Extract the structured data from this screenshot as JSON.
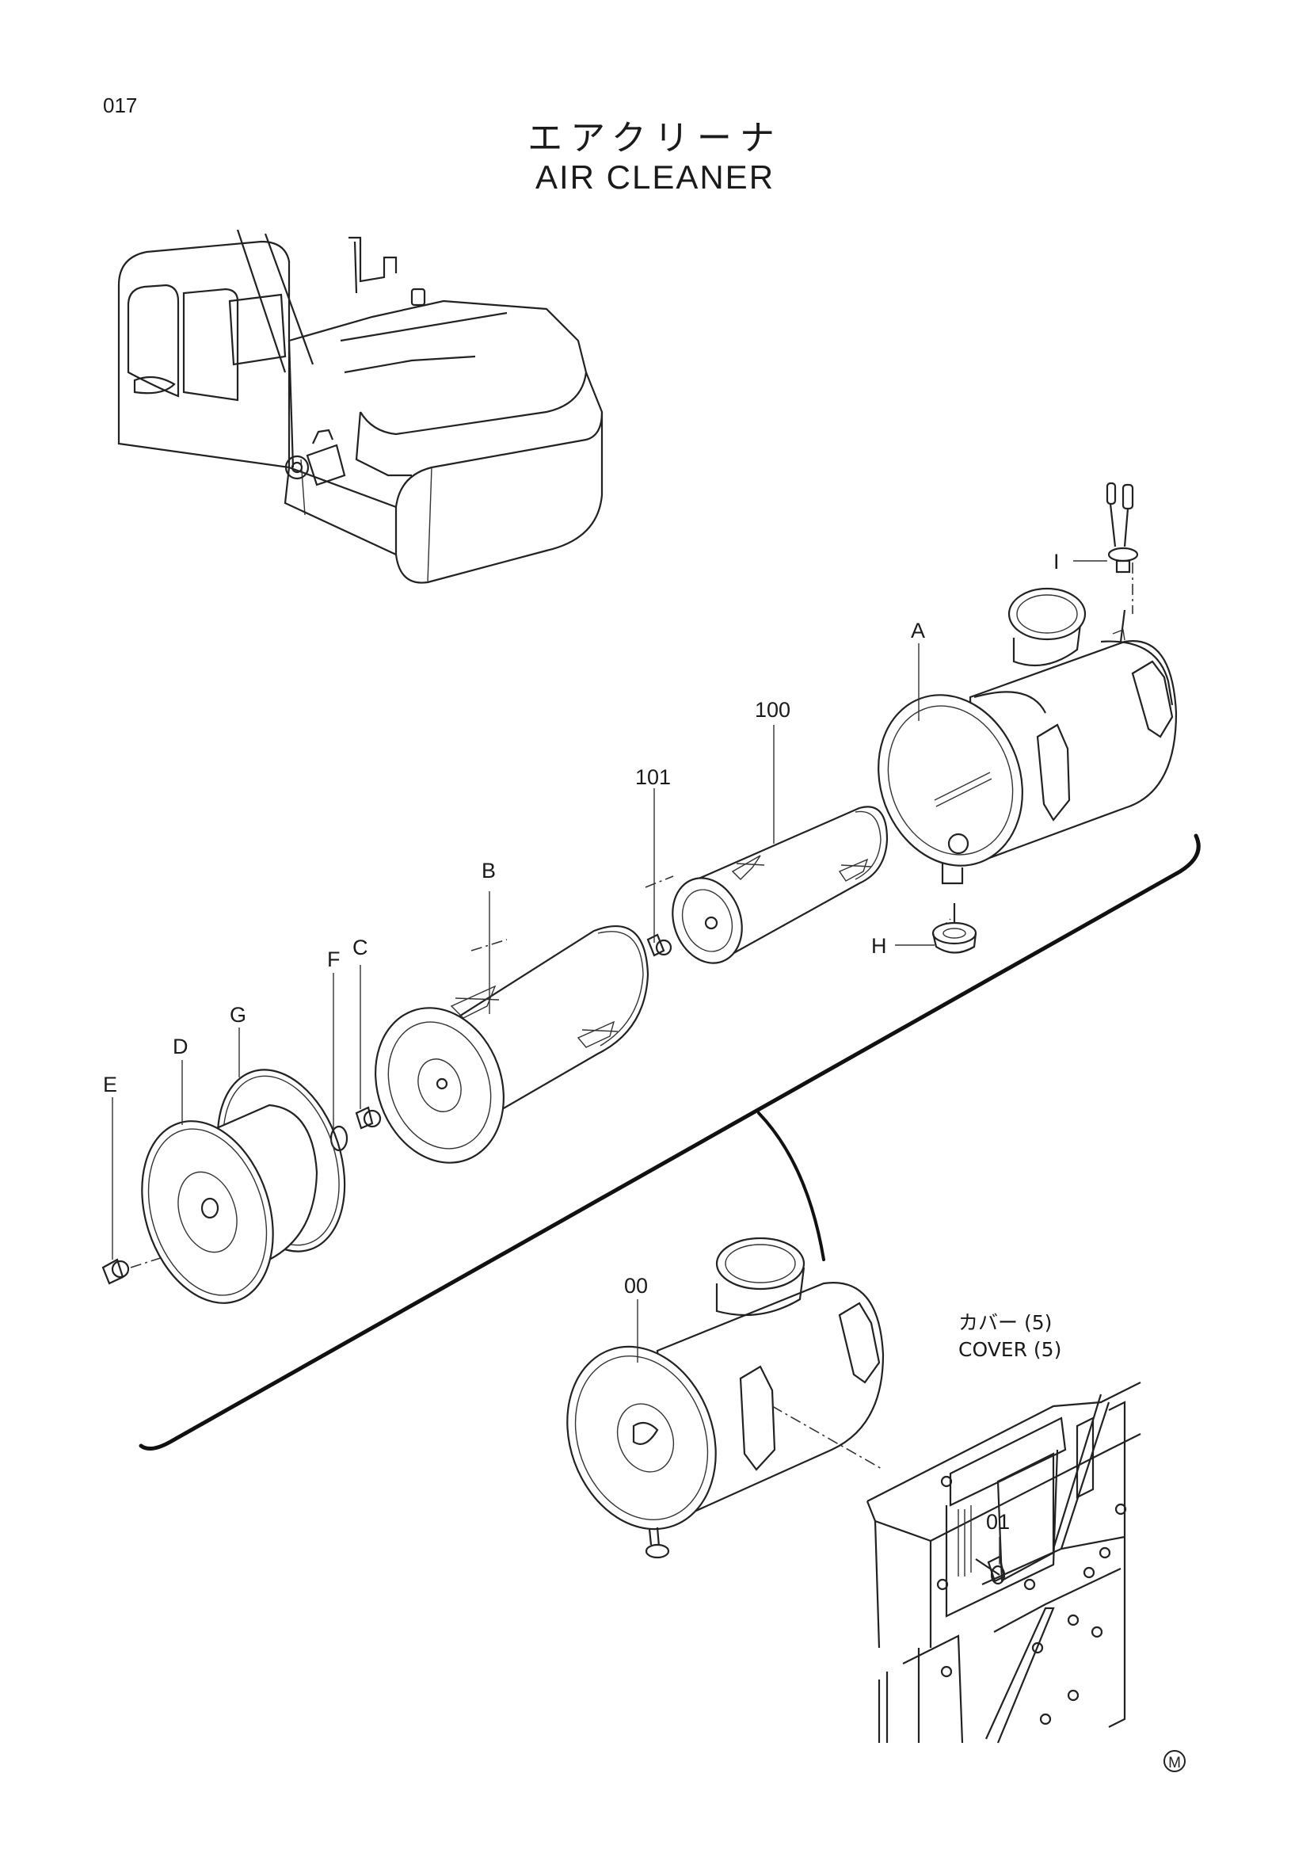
{
  "page": {
    "code": "017",
    "title_jp": "エアクリーナ",
    "title_en": "AIR CLEANER"
  },
  "callouts": {
    "I": "I",
    "A": "A",
    "p100": "100",
    "p101": "101",
    "B": "B",
    "F": "F",
    "C": "C",
    "G": "G",
    "D": "D",
    "E": "E",
    "H": "H",
    "p00": "00",
    "p01": "01"
  },
  "cover_note": {
    "jp": "カバー (5)",
    "en": "COVER (5)"
  },
  "mark": "M"
}
